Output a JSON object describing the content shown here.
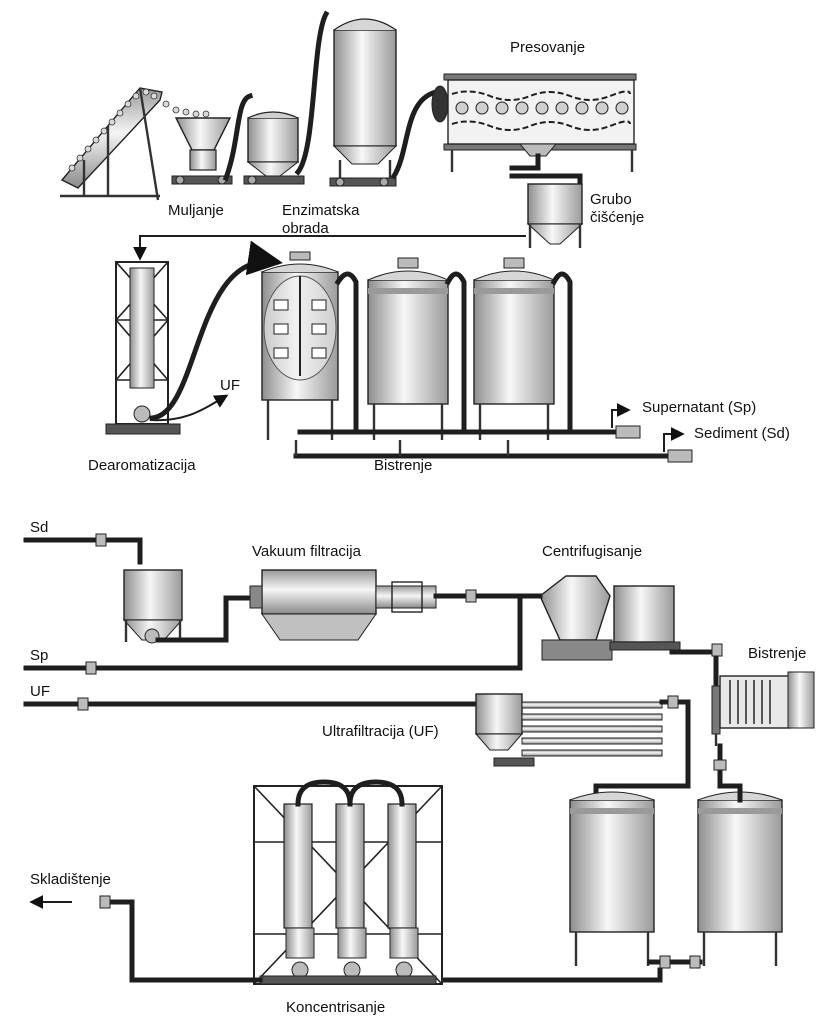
{
  "labels": {
    "muljanje": "Muljanje",
    "enzimatska_line1": "Enzimatska",
    "enzimatska_line2": "obrada",
    "presovanje": "Presovanje",
    "grubo_line1": "Grubo",
    "grubo_line2": "čišćenje",
    "uf_top": "UF",
    "supernatant": "Supernatant (Sp)",
    "sediment": "Sediment (Sd)",
    "dearomatizacija": "Dearomatizacija",
    "bistrenje_top": "Bistrenje",
    "sd_line": "Sd",
    "vakuum": "Vakuum filtracija",
    "centrifugisanje": "Centrifugisanje",
    "sp_line": "Sp",
    "bistrenje_bottom": "Bistrenje",
    "uf_line": "UF",
    "ultrafiltracija": "Ultrafiltracija (UF)",
    "skladistenje": "Skladištenje",
    "koncentrisanje": "Koncentrisanje"
  },
  "colors": {
    "pipe": "#1e1e1e",
    "vessel_light": "#f4f4f4",
    "vessel_mid": "#c8c8c8",
    "vessel_dark": "#8e8e8e",
    "accent_band": "#9a9a9a"
  },
  "icons": [
    "vessel",
    "tank",
    "pump",
    "valve",
    "filter-press",
    "centrifuge",
    "conveyor",
    "arrow"
  ]
}
